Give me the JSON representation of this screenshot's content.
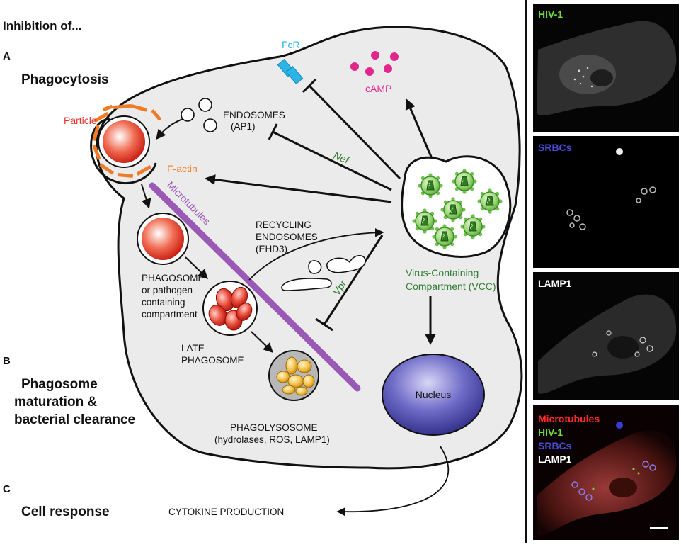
{
  "header": {
    "title": "Inhibition of..."
  },
  "sections": [
    {
      "letter": "A",
      "title_lines": [
        "Phagocytosis"
      ]
    },
    {
      "letter": "B",
      "title_lines": [
        "Phagosome",
        "maturation &",
        "bacterial clearance"
      ]
    },
    {
      "letter": "C",
      "title_lines": [
        "Cell response"
      ]
    }
  ],
  "labels": {
    "particle": "Particle",
    "factin": "F-actin",
    "fcr": "FcR",
    "camp": "cAMP",
    "endosomes": [
      "ENDOSOMES",
      "(AP1)"
    ],
    "nef": "Nef",
    "vpr": "Vpr",
    "microtubules": "Microtubules",
    "recycling": [
      "RECYCLING",
      "ENDOSOMES",
      "(EHD3)"
    ],
    "phagosome": [
      "PHAGOSOME",
      "or pathogen",
      "containing",
      "compartment"
    ],
    "late_phagosome": [
      "LATE",
      "PHAGOSOME"
    ],
    "phagolysosome": [
      "PHAGOLYSOSOME",
      "(hydrolases, ROS, LAMP1)"
    ],
    "vcc": [
      "Virus-Containing",
      "Compartment (VCC)"
    ],
    "nucleus": "Nucleus",
    "cytokine": "CYTOKINE PRODUCTION"
  },
  "panels": [
    {
      "labels": [
        "HIV-1"
      ]
    },
    {
      "labels": [
        "SRBCs"
      ]
    },
    {
      "labels": [
        "LAMP1"
      ]
    },
    {
      "labels": [
        "Microtubules",
        "HIV-1",
        "SRBCs",
        "LAMP1"
      ]
    }
  ],
  "colors": {
    "particle_red": "#e8352b",
    "actin_orange": "#f07c28",
    "fcr_blue": "#2bb5e6",
    "camp_magenta": "#e0288c",
    "viral_green": "#2e7d32",
    "microtubule_purple": "#9b59b6",
    "nucleus_blue": "#3d3aa0",
    "cell_gray": "#ebebeb",
    "panel_hiv_green": "#6fdc3a",
    "panel_srbc_blue": "#4a4ad6",
    "panel_mt_red": "#ff2b2b"
  }
}
